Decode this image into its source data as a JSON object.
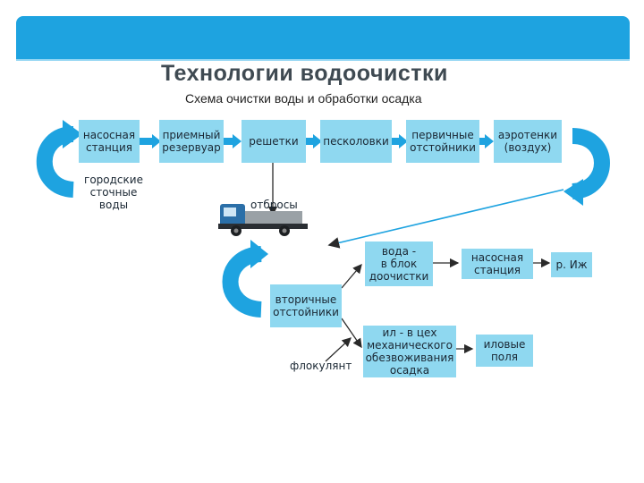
{
  "title": "Технологии водоочистки",
  "subtitle": "Схема очистки воды и обработки осадка",
  "nodes": {
    "pumping_station_1": "насосная\nстанция",
    "receiving_tank": "приемный\nрезервуар",
    "screens": "решетки",
    "sand_traps": "песколовки",
    "primary_settlers": "первичные\nотстойники",
    "aerotanks": "аэротенки\n(воздух)",
    "secondary_settlers": "вторичные\nотстойники",
    "water_post_treatment": "вода -\nв блок\nдоочистки",
    "pumping_station_2": "насосная\nстанция",
    "river": "р. Иж",
    "sludge_dewatering": "ил - в цех\nмеханического\nобезвоживания\nосадка",
    "sludge_fields": "иловые\nполя"
  },
  "labels": {
    "urban_wastewater": "городские\nсточные\nводы",
    "waste": "отбросы",
    "flocculant": "флокулянт"
  },
  "colors": {
    "header": "#1ea3e0",
    "box": "#8fd8f0",
    "curve": "#1ea3e0",
    "arrow": "#2a2a2a",
    "truck_cab": "#2b6fa8"
  }
}
